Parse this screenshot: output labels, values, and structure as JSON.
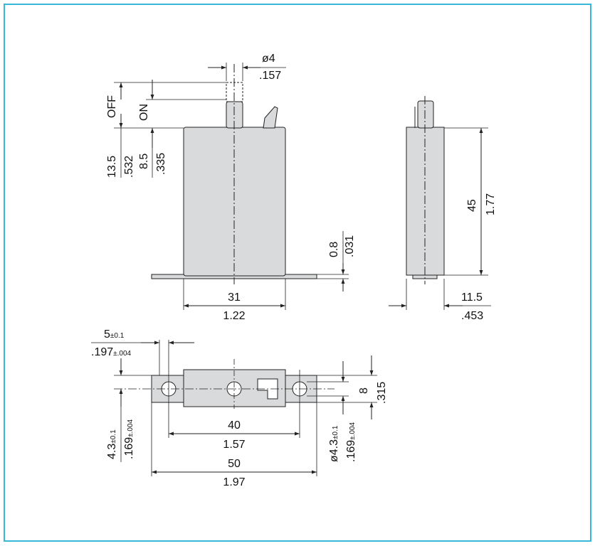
{
  "colors": {
    "frame": "#38B7D6",
    "body_fill": "#D9DADB",
    "line": "#222222"
  },
  "front_view": {
    "dia": "ø4",
    "dia_in": ".157",
    "off": "OFF",
    "on": "ON",
    "h1": "13.5",
    "h1_in": ".532",
    "h2": "8.5",
    "h2_in": ".335",
    "thk": "0.8",
    "thk_in": ".031",
    "width": "31",
    "width_in": "1.22"
  },
  "side_view": {
    "height": "45",
    "height_in": "1.77",
    "depth": "11.5",
    "depth_in": ".453"
  },
  "bottom_view": {
    "offset": "5",
    "offset_tol": "±0.1",
    "offset_in": ".197",
    "offset_in_tol": "±.004",
    "edge": "4.3",
    "edge_tol": "±0.1",
    "edge_in": ".169",
    "edge_in_tol": "±.004",
    "width": "8",
    "width_in": ".315",
    "pitch": "40",
    "pitch_in": "1.57",
    "overall": "50",
    "overall_in": "1.97",
    "hole": "ø4.3",
    "hole_tol": "±0.1",
    "hole_in": ".169",
    "hole_in_tol": "±.004"
  }
}
